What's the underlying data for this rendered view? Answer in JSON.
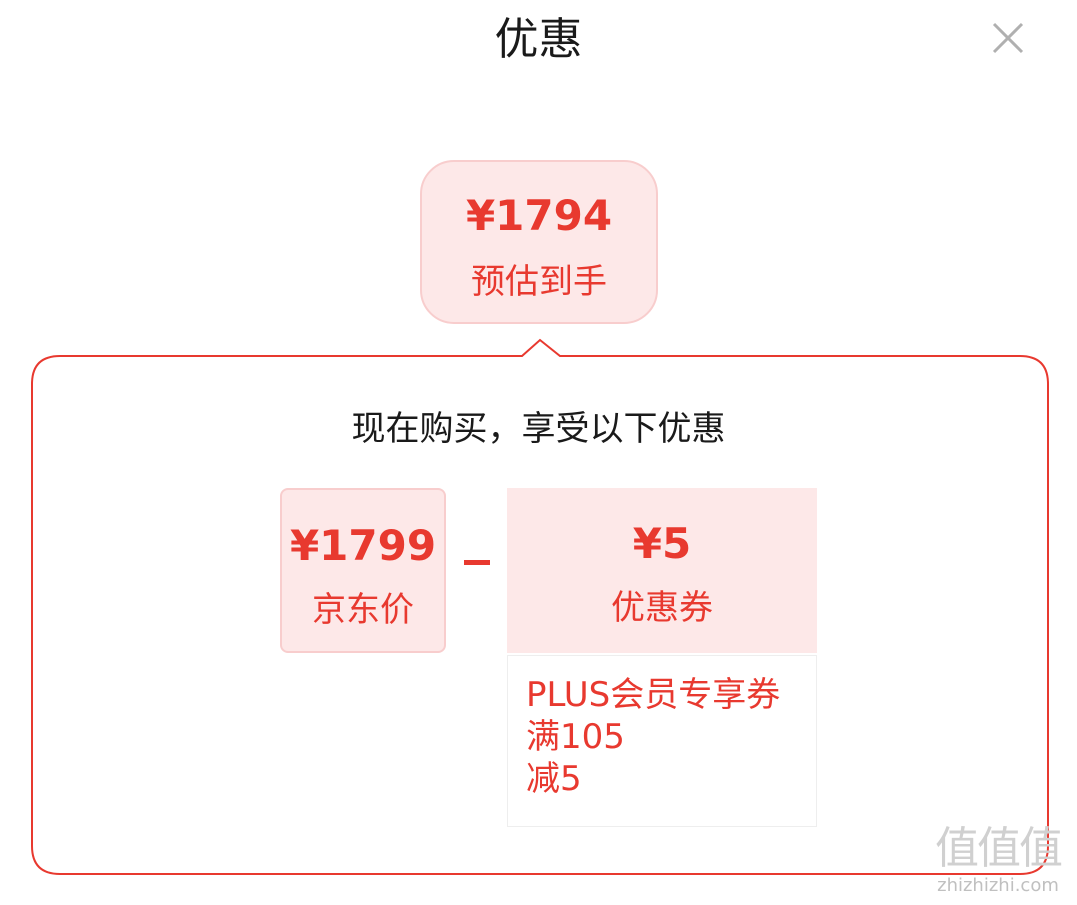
{
  "header": {
    "title": "优惠",
    "close_icon": "close-icon"
  },
  "estimate": {
    "price": "¥1794",
    "label": "预估到手"
  },
  "breakdown": {
    "headline": "现在购买，享受以下优惠",
    "jd_price": {
      "value": "¥1799",
      "label": "京东价"
    },
    "operator": "-",
    "coupon": {
      "value": "¥5",
      "label": "优惠券",
      "detail_lines": [
        "PLUS会员专享券",
        "满105",
        "减5"
      ]
    }
  },
  "watermark": {
    "logo": "值值值",
    "text": "zhizhizhi.com"
  },
  "colors": {
    "accent": "#e8392f",
    "box_bg": "#fde8e8",
    "box_border": "#f8cdcd",
    "outline": "#e8392f"
  }
}
